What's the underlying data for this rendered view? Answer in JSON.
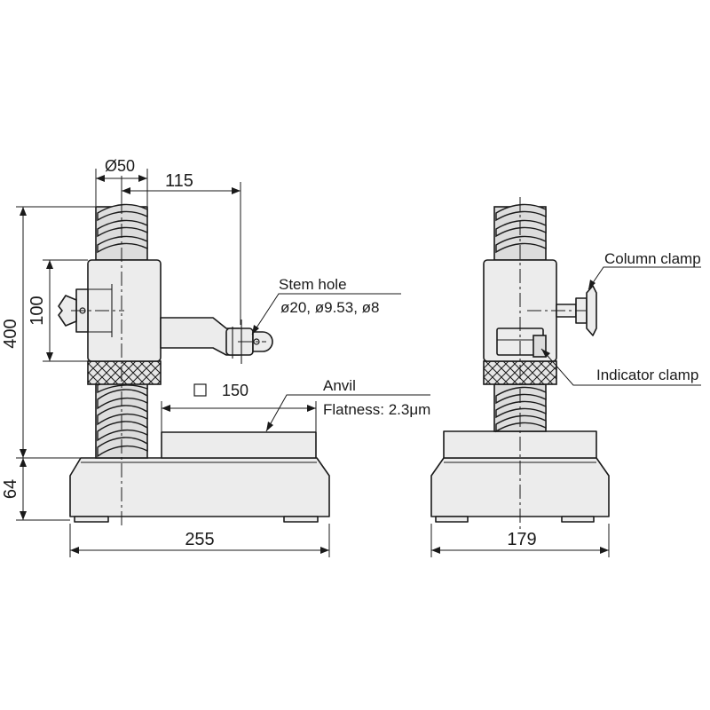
{
  "front_view": {
    "dim_column_diameter": "Ø50",
    "dim_arm_reach": "115",
    "dim_height": "400",
    "dim_slider_height": "100",
    "dim_base_height": "64",
    "dim_base_width": "255",
    "anvil_size": "150",
    "callouts": {
      "stem_hole_title": "Stem hole",
      "stem_hole_sizes": "ø20, ø9.53, ø8",
      "anvil_title": "Anvil",
      "anvil_flatness": "Flatness: 2.3μm"
    }
  },
  "side_view": {
    "dim_base_depth": "179",
    "callouts": {
      "column_clamp": "Column clamp",
      "indicator_clamp": "Indicator clamp"
    }
  },
  "colors": {
    "line": "#1a1a1a",
    "fill": "#ececec",
    "background": "#ffffff"
  }
}
